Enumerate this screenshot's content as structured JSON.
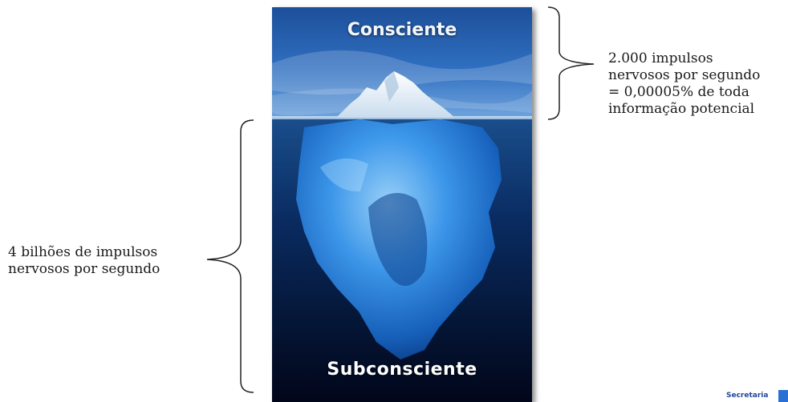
{
  "diagram": {
    "top_label": "Consciente",
    "bottom_label": "Subconsciente",
    "right_annotation": [
      "2.000 impulsos",
      "nervosos por segundo",
      "= 0,00005% de toda",
      "informação potencial"
    ],
    "left_annotation": [
      "4 bilhões de impulsos",
      "nervosos por segundo"
    ]
  },
  "footer": {
    "logo_text": "Secretaria"
  },
  "colors": {
    "sky_top": "#1d4f9a",
    "deep_water": "#02061a",
    "ice": "#2f8fe6"
  }
}
